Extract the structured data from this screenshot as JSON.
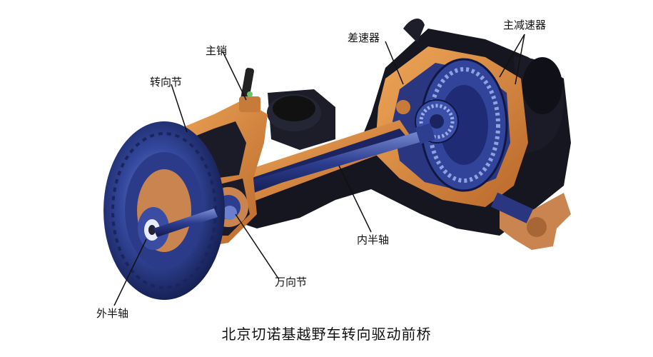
{
  "labels": {
    "kingpin": "主销",
    "knuckle": "转向节",
    "differential": "差速器",
    "final_drive": "主减速器",
    "inner_axle": "内半轴",
    "universal_joint": "万向节",
    "outer_axle": "外半轴"
  },
  "caption": "北京切诺基越野车转向驱动前桥",
  "colors": {
    "housing_orange": "#d98a3c",
    "housing_dark": "#14151f",
    "shaft_blue": "#2f3f8f",
    "gear_blue": "#2a3c93",
    "highlight_blue": "#6b7fcf"
  }
}
